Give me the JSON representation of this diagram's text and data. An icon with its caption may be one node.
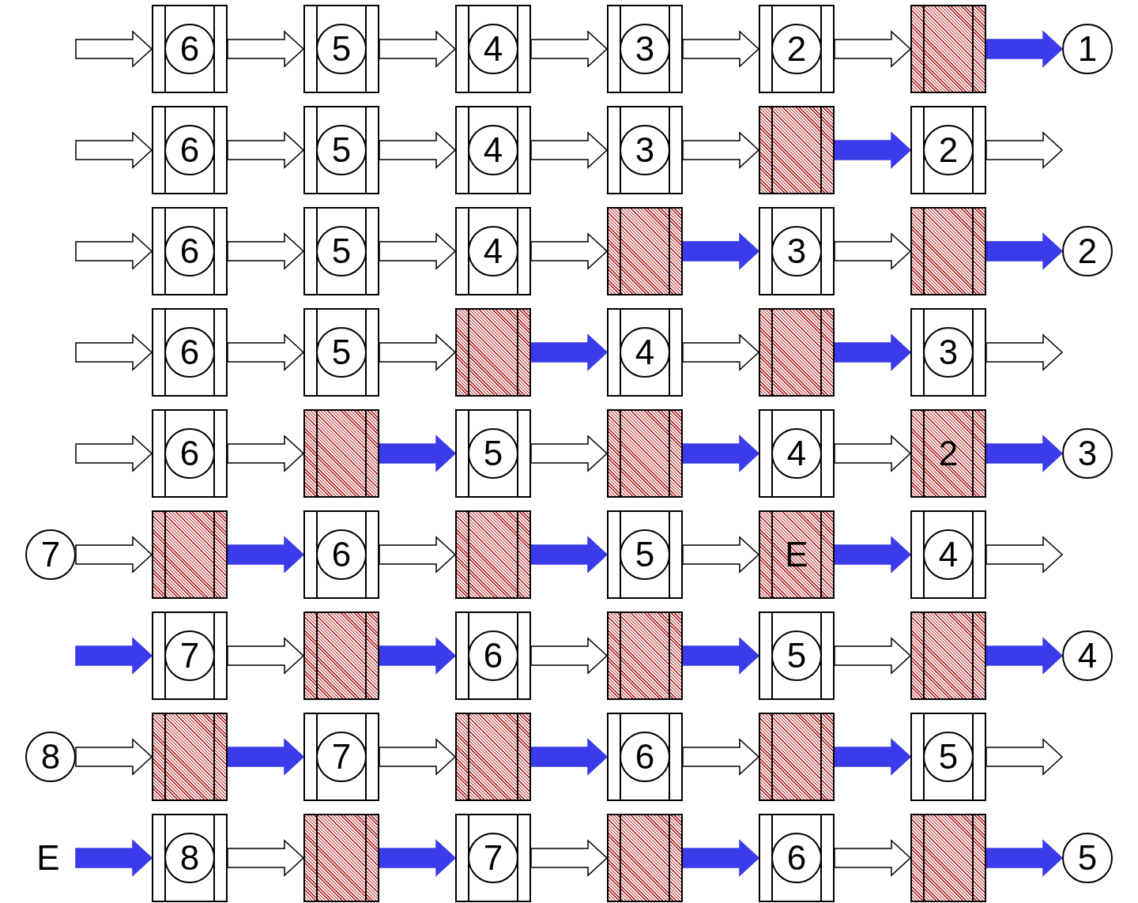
{
  "diagram": {
    "nodes": [
      {
        "text": [
          "6"
        ]
      },
      {
        "text": [
          "5"
        ]
      },
      {
        "text": [
          "4"
        ]
      },
      {
        "text": [
          "3"
        ]
      },
      {
        "text": [
          "2"
        ]
      },
      {
        "text": [],
        "shape": "box"
      },
      {
        "text": [
          "1"
        ]
      },
      {
        "text": [
          "6"
        ]
      },
      {
        "text": [
          "5"
        ]
      },
      {
        "text": [
          "4"
        ]
      },
      {
        "text": [
          "3"
        ]
      },
      {
        "text": [],
        "shape": "box"
      },
      {
        "text": [
          "2"
        ]
      },
      {
        "text": [
          "6"
        ]
      },
      {
        "text": [
          "5"
        ]
      },
      {
        "text": [
          "4"
        ]
      },
      {
        "text": [],
        "shape": "box"
      },
      {
        "text": [
          "3"
        ]
      },
      {
        "text": [],
        "shape": "box"
      },
      {
        "text": [
          "2"
        ]
      },
      {
        "text": [
          "6"
        ]
      },
      {
        "text": [
          "5"
        ]
      },
      {
        "text": [],
        "shape": "box"
      },
      {
        "text": [
          "4"
        ]
      },
      {
        "text": [],
        "shape": "box"
      },
      {
        "text": [
          "3"
        ]
      },
      {
        "text": [
          "6"
        ]
      },
      {
        "text": [],
        "shape": "box"
      },
      {
        "text": [
          "5"
        ]
      },
      {
        "text": [],
        "shape": "box"
      },
      {
        "text": [
          "4"
        ]
      },
      {
        "text": [
          "2"
        ]
      },
      {
        "text": [
          "3"
        ]
      },
      {
        "text": [
          "7"
        ]
      },
      {
        "text": [],
        "shape": "box"
      },
      {
        "text": [
          "6"
        ]
      },
      {
        "text": [],
        "shape": "box"
      },
      {
        "text": [
          "5"
        ]
      },
      {
        "text": [
          "E"
        ]
      },
      {
        "text": [
          "4"
        ]
      },
      {
        "text": [
          "7"
        ]
      },
      {
        "text": [],
        "shape": "box"
      },
      {
        "text": [
          "6"
        ]
      },
      {
        "text": [],
        "shape": "box"
      },
      {
        "text": [
          "5"
        ]
      },
      {
        "text": [],
        "shape": "box"
      },
      {
        "text": [
          "4"
        ]
      },
      {
        "text": [
          "8"
        ]
      },
      {
        "text": [],
        "shape": "box"
      },
      {
        "text": [
          "7"
        ]
      },
      {
        "text": [],
        "shape": "box"
      },
      {
        "text": [
          "6"
        ]
      },
      {
        "text": [],
        "shape": "box"
      },
      {
        "text": [
          "5"
        ]
      },
      {
        "text": [
          "E"
        ]
      },
      {
        "text": [
          "8"
        ]
      },
      {
        "text": [],
        "shape": "box"
      },
      {
        "text": [
          "7"
        ]
      },
      {
        "text": [],
        "shape": "box"
      },
      {
        "text": [
          "6"
        ]
      },
      {
        "text": [],
        "shape": "box"
      },
      {
        "text": [
          "5"
        ]
      }
    ],
    "edges": [
      {
        "from": null,
        "to": 0,
        "arrow": "to"
      },
      {
        "from": 0,
        "to": 1,
        "arrow": "to"
      },
      {
        "from": 1,
        "to": 2,
        "arrow": "to"
      },
      {
        "from": 2,
        "to": 3,
        "arrow": "to"
      },
      {
        "from": 3,
        "to": 4,
        "arrow": "to"
      },
      {
        "from": 4,
        "to": 5,
        "arrow": "to"
      },
      {
        "from": 5,
        "to": 6,
        "arrow": "to",
        "color": "#3b3bea"
      },
      {
        "from": null,
        "to": 7,
        "arrow": "to"
      },
      {
        "from": 7,
        "to": 8,
        "arrow": "to"
      },
      {
        "from": 8,
        "to": 9,
        "arrow": "to"
      },
      {
        "from": 9,
        "to": 10,
        "arrow": "to"
      },
      {
        "from": 10,
        "to": 11,
        "arrow": "to"
      },
      {
        "from": 11,
        "to": 12,
        "arrow": "to",
        "color": "#3b3bea"
      },
      {
        "from": 12,
        "to": null,
        "arrow": "to"
      },
      {
        "from": null,
        "to": 13,
        "arrow": "to"
      },
      {
        "from": 13,
        "to": 14,
        "arrow": "to"
      },
      {
        "from": 14,
        "to": 15,
        "arrow": "to"
      },
      {
        "from": 15,
        "to": 16,
        "arrow": "to"
      },
      {
        "from": 16,
        "to": 17,
        "arrow": "to",
        "color": "#3b3bea"
      },
      {
        "from": 17,
        "to": 18,
        "arrow": "to"
      },
      {
        "from": 18,
        "to": 19,
        "arrow": "to",
        "color": "#3b3bea"
      },
      {
        "from": null,
        "to": 20,
        "arrow": "to"
      },
      {
        "from": 20,
        "to": 21,
        "arrow": "to"
      },
      {
        "from": 21,
        "to": 22,
        "arrow": "to"
      },
      {
        "from": 22,
        "to": 23,
        "arrow": "to",
        "color": "#3b3bea"
      },
      {
        "from": 23,
        "to": 24,
        "arrow": "to"
      },
      {
        "from": 24,
        "to": 25,
        "arrow": "to",
        "color": "#3b3bea"
      },
      {
        "from": 25,
        "to": null,
        "arrow": "to"
      },
      {
        "from": null,
        "to": 26,
        "arrow": "to"
      },
      {
        "from": 26,
        "to": 27,
        "arrow": "to"
      },
      {
        "from": 27,
        "to": 28,
        "arrow": "to",
        "color": "#3b3bea"
      },
      {
        "from": 28,
        "to": 29,
        "arrow": "to"
      },
      {
        "from": 29,
        "to": 30,
        "arrow": "to",
        "color": "#3b3bea"
      },
      {
        "from": 30,
        "to": 31,
        "arrow": "to"
      },
      {
        "from": 31,
        "to": 32,
        "arrow": "to",
        "color": "#3b3bea"
      },
      {
        "from": 33,
        "to": 34,
        "arrow": "to"
      },
      {
        "from": 34,
        "to": 35,
        "arrow": "to",
        "color": "#3b3bea"
      },
      {
        "from": 35,
        "to": 36,
        "arrow": "to"
      },
      {
        "from": 36,
        "to": 37,
        "arrow": "to",
        "color": "#3b3bea"
      },
      {
        "from": 37,
        "to": 38,
        "arrow": "to"
      },
      {
        "from": 38,
        "to": 39,
        "arrow": "to",
        "color": "#3b3bea"
      },
      {
        "from": 39,
        "to": null,
        "arrow": "to"
      },
      {
        "from": null,
        "to": 40,
        "arrow": "to",
        "color": "#3b3bea"
      },
      {
        "from": 40,
        "to": 41,
        "arrow": "to"
      },
      {
        "from": 41,
        "to": 42,
        "arrow": "to",
        "color": "#3b3bea"
      },
      {
        "from": 42,
        "to": 43,
        "arrow": "to"
      },
      {
        "from": 43,
        "to": 44,
        "arrow": "to",
        "color": "#3b3bea"
      },
      {
        "from": 44,
        "to": 45,
        "arrow": "to"
      },
      {
        "from": 45,
        "to": 46,
        "arrow": "to",
        "color": "#3b3bea"
      },
      {
        "from": 47,
        "to": 48,
        "arrow": "to"
      },
      {
        "from": 48,
        "to": 49,
        "arrow": "to",
        "color": "#3b3bea"
      },
      {
        "from": 49,
        "to": 50,
        "arrow": "to"
      },
      {
        "from": 50,
        "to": 51,
        "arrow": "to",
        "color": "#3b3bea"
      },
      {
        "from": 51,
        "to": 52,
        "arrow": "to"
      },
      {
        "from": 52,
        "to": 53,
        "arrow": "to",
        "color": "#3b3bea"
      },
      {
        "from": 53,
        "to": null,
        "arrow": "to"
      },
      {
        "from": 54,
        "to": 55,
        "arrow": "to",
        "color": "#3b3bea"
      },
      {
        "from": 55,
        "to": 56,
        "arrow": "to"
      },
      {
        "from": 56,
        "to": 57,
        "arrow": "to",
        "color": "#3b3bea"
      },
      {
        "from": 57,
        "to": 58,
        "arrow": "to"
      },
      {
        "from": 58,
        "to": 59,
        "arrow": "to",
        "color": "#3b3bea"
      },
      {
        "from": 59,
        "to": 60,
        "arrow": "to"
      },
      {
        "from": 60,
        "to": 61,
        "arrow": "to",
        "color": "#3b3bea"
      }
    ]
  }
}
